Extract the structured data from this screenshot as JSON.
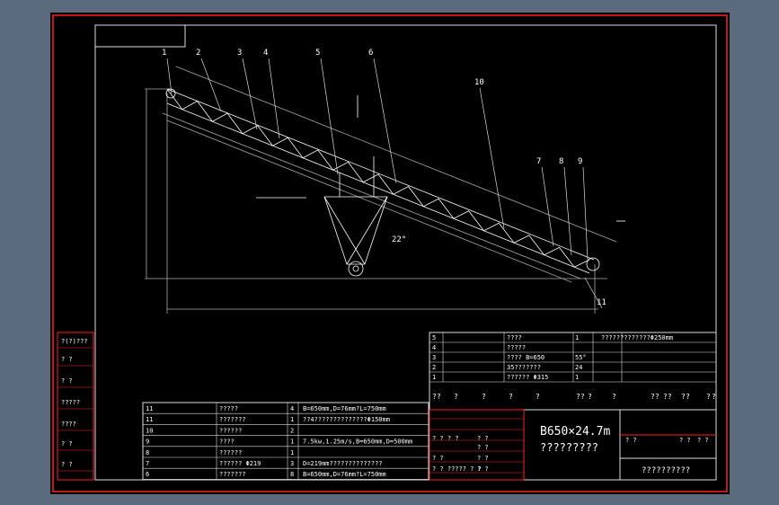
{
  "drawing": {
    "title_main": "B650×24.7m",
    "title_sub": "?????????",
    "company": "??????????",
    "angle": "22°",
    "balloons": [
      "1",
      "2",
      "3",
      "4",
      "5",
      "6",
      "7",
      "8",
      "9",
      "10",
      "11"
    ]
  },
  "side_block": [
    "?(?)???",
    "? ?",
    "? ?",
    "?????",
    "????",
    "? ?",
    "? ?"
  ],
  "parts_upper": [
    {
      "no": "5",
      "name": "????",
      "qty": "1",
      "note": "?????????????Φ250mm"
    },
    {
      "no": "4",
      "name": "?????",
      "qty": "",
      "note": ""
    },
    {
      "no": "3",
      "name": "???? B=650",
      "qty": "55°",
      "note": ""
    },
    {
      "no": "2",
      "name": "35???????",
      "qty": "24",
      "note": ""
    },
    {
      "no": "1",
      "name": "??????     Φ315",
      "qty": "1",
      "note": ""
    }
  ],
  "parts_upper_header": [
    "??",
    "?",
    "?",
    "?",
    "?",
    "??",
    "?",
    "?",
    "??",
    "??",
    "?",
    "?",
    "?",
    "?"
  ],
  "parts_lower": [
    {
      "a": "11",
      "b": "?????",
      "c": "4",
      "d": "B=650mm,D=76mm?L=750mm"
    },
    {
      "a": "11",
      "b": "???????",
      "c": "1",
      "d": "??4??????????????Φ150mm"
    },
    {
      "a": "10",
      "b": "??????",
      "c": "2",
      "d": ""
    },
    {
      "a": "9",
      "b": "????",
      "c": "1",
      "d": "7.5kw,1.25m/s,B=650mm,D=500mm"
    },
    {
      "a": "8",
      "b": "??????",
      "c": "1",
      "d": ""
    },
    {
      "a": "7",
      "b": "??????      Φ219",
      "c": "3",
      "d": "D=219mm??????????????"
    },
    {
      "a": "6",
      "b": "???????",
      "c": "8",
      "d": "B=650mm,D=76mm?L=750mm"
    }
  ],
  "title_block_small": [
    "? ? ? ?",
    "? ?",
    "? ?",
    "? ?  ?????  ? ?",
    "? ?",
    "? ?",
    "? ?",
    "? ?",
    "? ?",
    "? ?"
  ]
}
